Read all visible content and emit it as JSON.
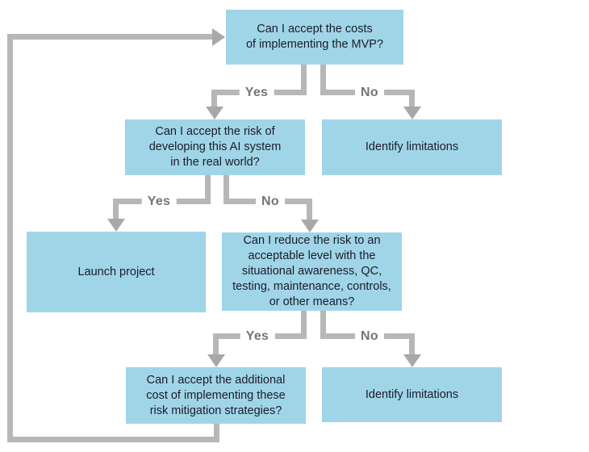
{
  "flowchart": {
    "nodes": {
      "mvp_cost": {
        "text": "Can I accept the costs\nof implementing the MVP?"
      },
      "risk_real_world": {
        "text": "Can I accept the risk of\ndeveloping this AI system\nin the real world?"
      },
      "identify_limitations_top": {
        "text": "Identify limitations"
      },
      "launch_project": {
        "text": "Launch project"
      },
      "reduce_risk": {
        "text": "Can I reduce the risk to an\nacceptable level with the\nsituational awareness, QC,\ntesting, maintenance, controls,\nor other means?"
      },
      "mitigation_cost": {
        "text": "Can I accept the additional\ncost of implementing these\nrisk mitigation strategies?"
      },
      "identify_limitations_bottom": {
        "text": "Identify limitations"
      }
    },
    "edge_labels": {
      "mvp_yes": "Yes",
      "mvp_no": "No",
      "risk_yes": "Yes",
      "risk_no": "No",
      "reduce_yes": "Yes",
      "reduce_no": "No"
    },
    "colors": {
      "node_fill": "#a0d5e8",
      "node_text": "#1b1b28",
      "connector_line": "#b7b7b7",
      "arrowhead": "#a8a8a8",
      "edge_label_text": "#757575"
    }
  }
}
